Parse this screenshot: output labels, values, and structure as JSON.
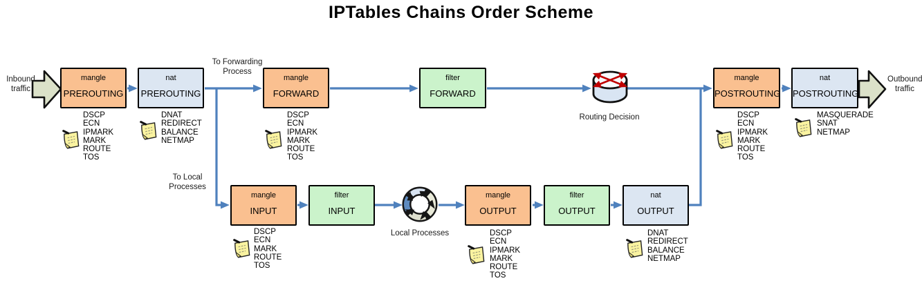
{
  "title": "IPTables Chains Order Scheme",
  "flow": {
    "inbound": "Inbound traffic",
    "outbound": "Outbound traffic",
    "to_forwarding": "To Forwarding Process",
    "to_local": "To Local Processes",
    "routing_decision": "Routing Decision",
    "local_processes": "Local Processes"
  },
  "colors": {
    "mangle_table": "#FAC090",
    "filter_table": "#CBF3CB",
    "nat_table": "#DCE6F2",
    "connector_blue": "#4F81BD",
    "traffic_arrow": "#DBE1C9",
    "note_yellow": "#FAF3A0",
    "router_red": "#C00000"
  },
  "chains": [
    {
      "table": "mangle",
      "chain": "PREROUTING",
      "targets": "DSCP\nECN\nIPMARK\nMARK\nROUTE\nTOS"
    },
    {
      "table": "nat",
      "chain": "PREROUTING",
      "targets": "DNAT\nREDIRECT\nBALANCE\nNETMAP"
    },
    {
      "table": "mangle",
      "chain": "FORWARD",
      "targets": "DSCP\nECN\nIPMARK\nMARK\nROUTE\nTOS"
    },
    {
      "table": "filter",
      "chain": "FORWARD",
      "targets": ""
    },
    {
      "table": "mangle",
      "chain": "POSTROUTING",
      "targets": "DSCP\nECN\nIPMARK\nMARK\nROUTE\nTOS"
    },
    {
      "table": "nat",
      "chain": "POSTROUTING",
      "targets": "MASQUERADE\nSNAT\nNETMAP"
    },
    {
      "table": "mangle",
      "chain": "INPUT",
      "targets": "DSCP\nECN\nMARK\nROUTE\nTOS"
    },
    {
      "table": "filter",
      "chain": "INPUT",
      "targets": ""
    },
    {
      "table": "mangle",
      "chain": "OUTPUT",
      "targets": "DSCP\nECN\nIPMARK\nMARK\nROUTE\nTOS"
    },
    {
      "table": "filter",
      "chain": "OUTPUT",
      "targets": ""
    },
    {
      "table": "nat",
      "chain": "OUTPUT",
      "targets": "DNAT\nREDIRECT\nBALANCE\nNETMAP"
    }
  ]
}
